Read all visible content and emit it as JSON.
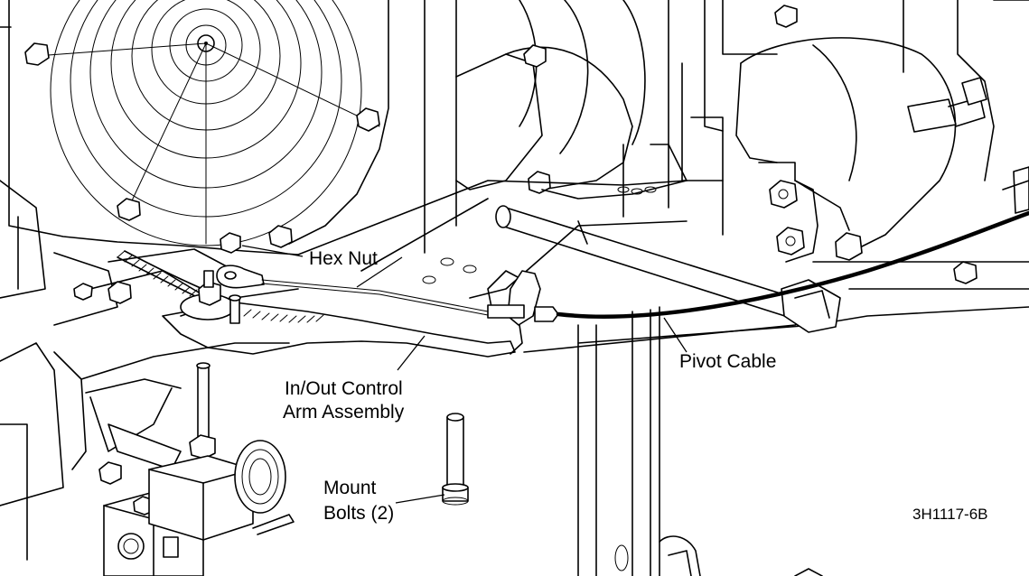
{
  "callouts": {
    "hex_nut": "Hex Nut",
    "pivot_cable": "Pivot Cable",
    "control_arm_line1": "In/Out Control",
    "control_arm_line2": "Arm Assembly",
    "mount_bolts_line1": "Mount",
    "mount_bolts_line2": "Bolts (2)"
  },
  "figure_code": "3H1117-6B",
  "colors": {
    "ink": "#000000",
    "paper": "#ffffff"
  }
}
